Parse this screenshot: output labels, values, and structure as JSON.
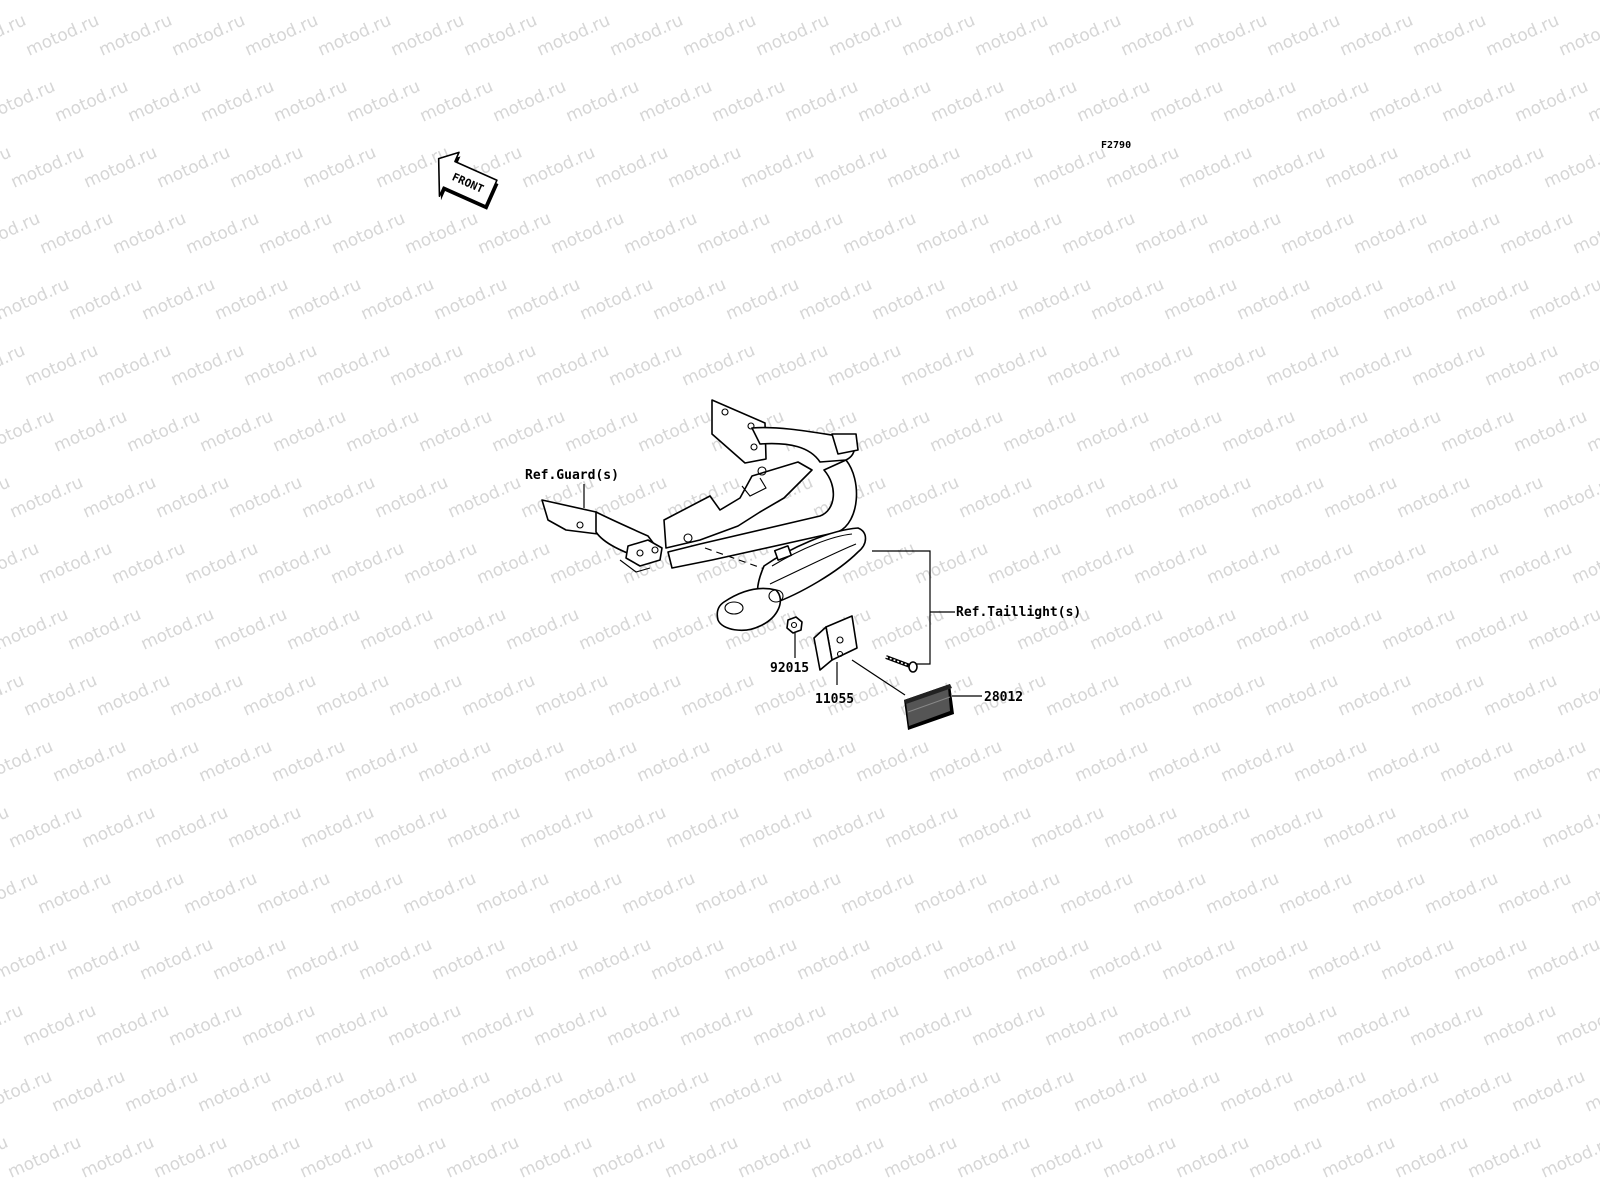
{
  "diagram_code": "F2790",
  "front_arrow": {
    "text": "FRONT",
    "icon": "front-arrow-icon"
  },
  "watermark": {
    "text": "motod.ru",
    "color": "#d6d6d6"
  },
  "callouts": {
    "guard_ref": "Ref.Guard(s)",
    "taillight_ref": "Ref.Taillight(s)",
    "nut": "92015",
    "bracket": "11055",
    "reflector": "28012"
  },
  "colors": {
    "line": "#000000",
    "background": "#ffffff"
  }
}
